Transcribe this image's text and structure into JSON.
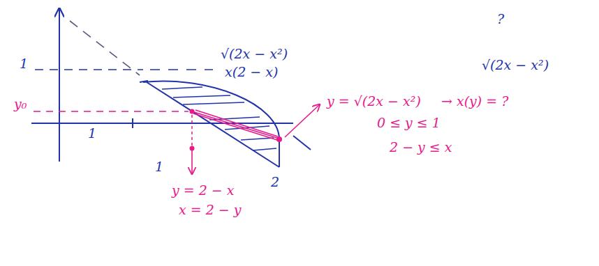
{
  "diagram": {
    "labels": [
      "?",
      "1",
      "√(2x − x²)",
      "x(2 − x)",
      "√(2x − x²)",
      "y₀",
      "y = √(2x − x²)",
      "→ x(y) = ?",
      "0 ≤ y ≤ 1",
      "1",
      "2 − y ≤ x",
      "1",
      "2",
      "y = 2 − x",
      "x = 2 − y"
    ]
  }
}
